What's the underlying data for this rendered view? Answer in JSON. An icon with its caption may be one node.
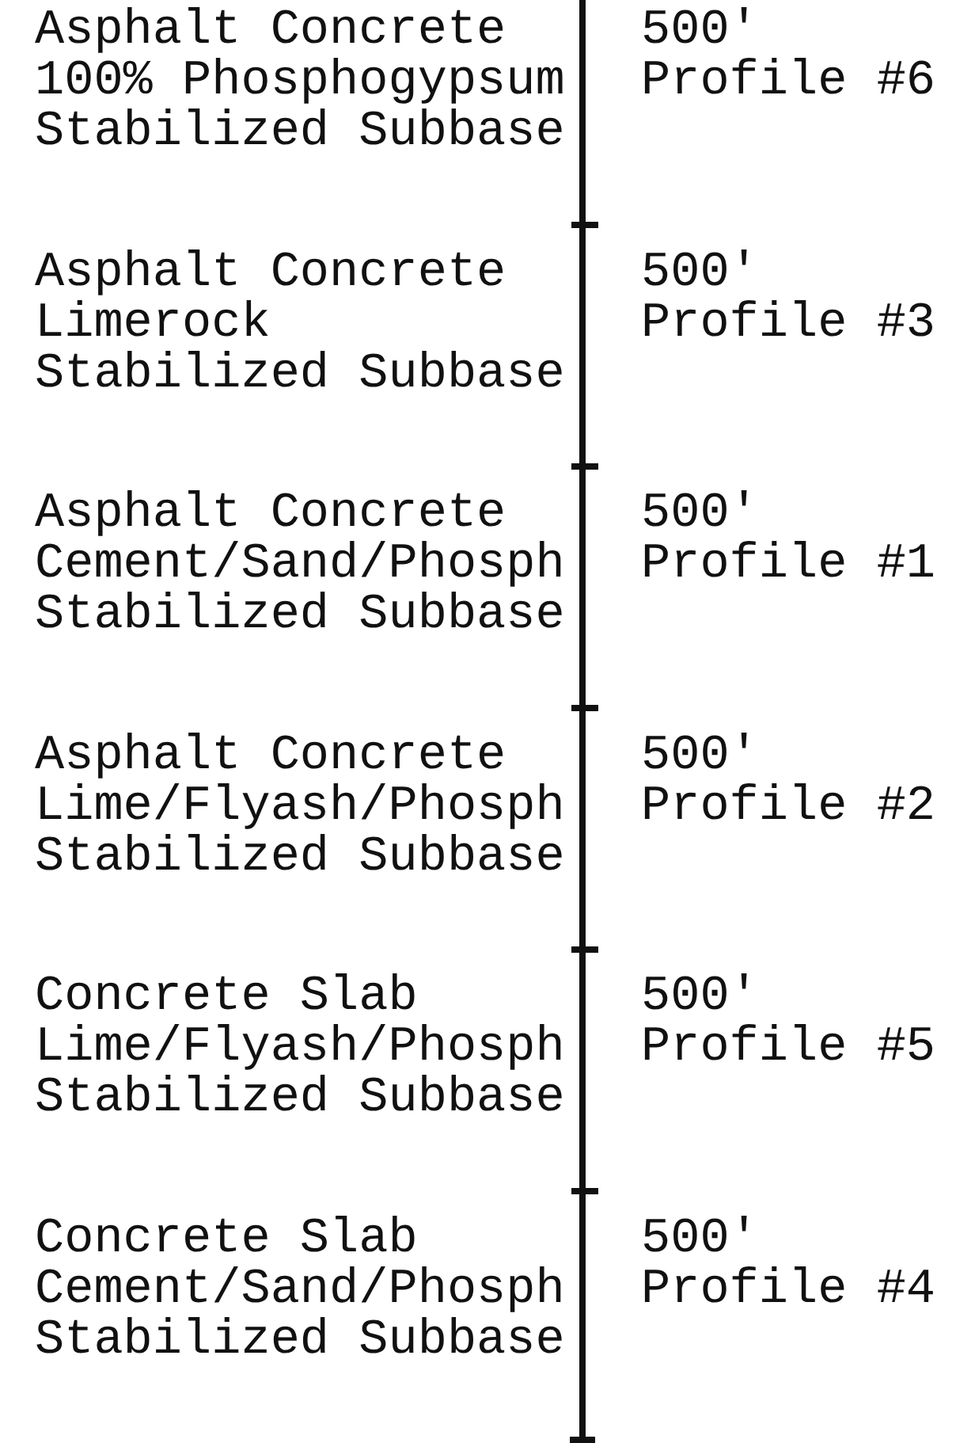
{
  "diagram": {
    "labels": [
      "Asphalt Concrete",
      "500'",
      "100% Phosphogypsum",
      "Profile #6",
      "Stabilized Subbase",
      "Asphalt Concrete",
      "500'",
      "Limerock",
      "Profile #3",
      "Stabilized Subbase",
      "Asphalt Concrete",
      "500'",
      "Cement/Sand/Phosph",
      "Profile #1",
      "Stabilized Subbase",
      "Asphalt Concrete",
      "500'",
      "Lime/Flyash/Phosph",
      "Profile #2",
      "Stabilized Subbase",
      "Concrete Slab",
      "500'",
      "Lime/Flyash/Phosph",
      "Profile #5",
      "Stabilized Subbase",
      "Concrete Slab",
      "500'",
      "Cement/Sand/Phosph",
      "Profile #4",
      "Stabilized Subbase"
    ]
  }
}
